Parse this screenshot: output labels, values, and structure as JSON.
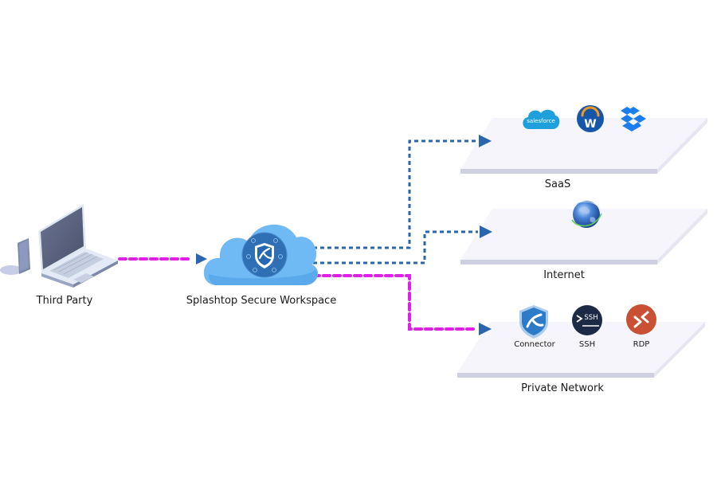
{
  "nodes": {
    "third_party": {
      "label": "Third Party"
    },
    "workspace": {
      "label": "Splashtop Secure Workspace"
    }
  },
  "destinations": {
    "saas": {
      "label": "SaaS",
      "apps": [
        {
          "name": "salesforce",
          "text": "salesforce",
          "icon": "salesforce-cloud-icon"
        },
        {
          "name": "workday",
          "text": "W",
          "icon": "workday-icon"
        },
        {
          "name": "dropbox",
          "icon": "dropbox-icon"
        }
      ]
    },
    "internet": {
      "label": "Internet",
      "apps": [
        {
          "name": "globe",
          "icon": "globe-icon"
        }
      ]
    },
    "private_network": {
      "label": "Private Network",
      "apps": [
        {
          "name": "connector",
          "label": "Connector",
          "icon": "shield-connector-icon"
        },
        {
          "name": "ssh",
          "label": "SSH",
          "badge": "SSH",
          "icon": "ssh-terminal-icon"
        },
        {
          "name": "rdp",
          "label": "RDP",
          "icon": "rdp-icon"
        }
      ]
    }
  },
  "connections": [
    {
      "from": "Third Party",
      "to": "Splashtop Secure Workspace",
      "style": "magenta-dashed"
    },
    {
      "from": "Splashtop Secure Workspace",
      "to": "SaaS",
      "style": "blue-dotted"
    },
    {
      "from": "Splashtop Secure Workspace",
      "to": "Internet",
      "style": "blue-dotted"
    },
    {
      "from": "Splashtop Secure Workspace",
      "to": "Private Network",
      "style": "magenta-dashed"
    }
  ],
  "colors": {
    "magenta": "#e020e8",
    "blue_line": "#2a66ad",
    "arrow": "#2a66ad",
    "cloud": "#6fbaf5",
    "cloud_ring": "#2f6fb3",
    "platform_top": "#f5f5fb",
    "platform_side": "#cfcfe2",
    "salesforce": "#1ea0dc",
    "workday": "#1656a8",
    "workday_arc": "#f29a1e",
    "dropbox": "#1b7ef0",
    "ssh": "#1d2a45",
    "rdp": "#c95032",
    "connector": "#2d7ac8"
  }
}
